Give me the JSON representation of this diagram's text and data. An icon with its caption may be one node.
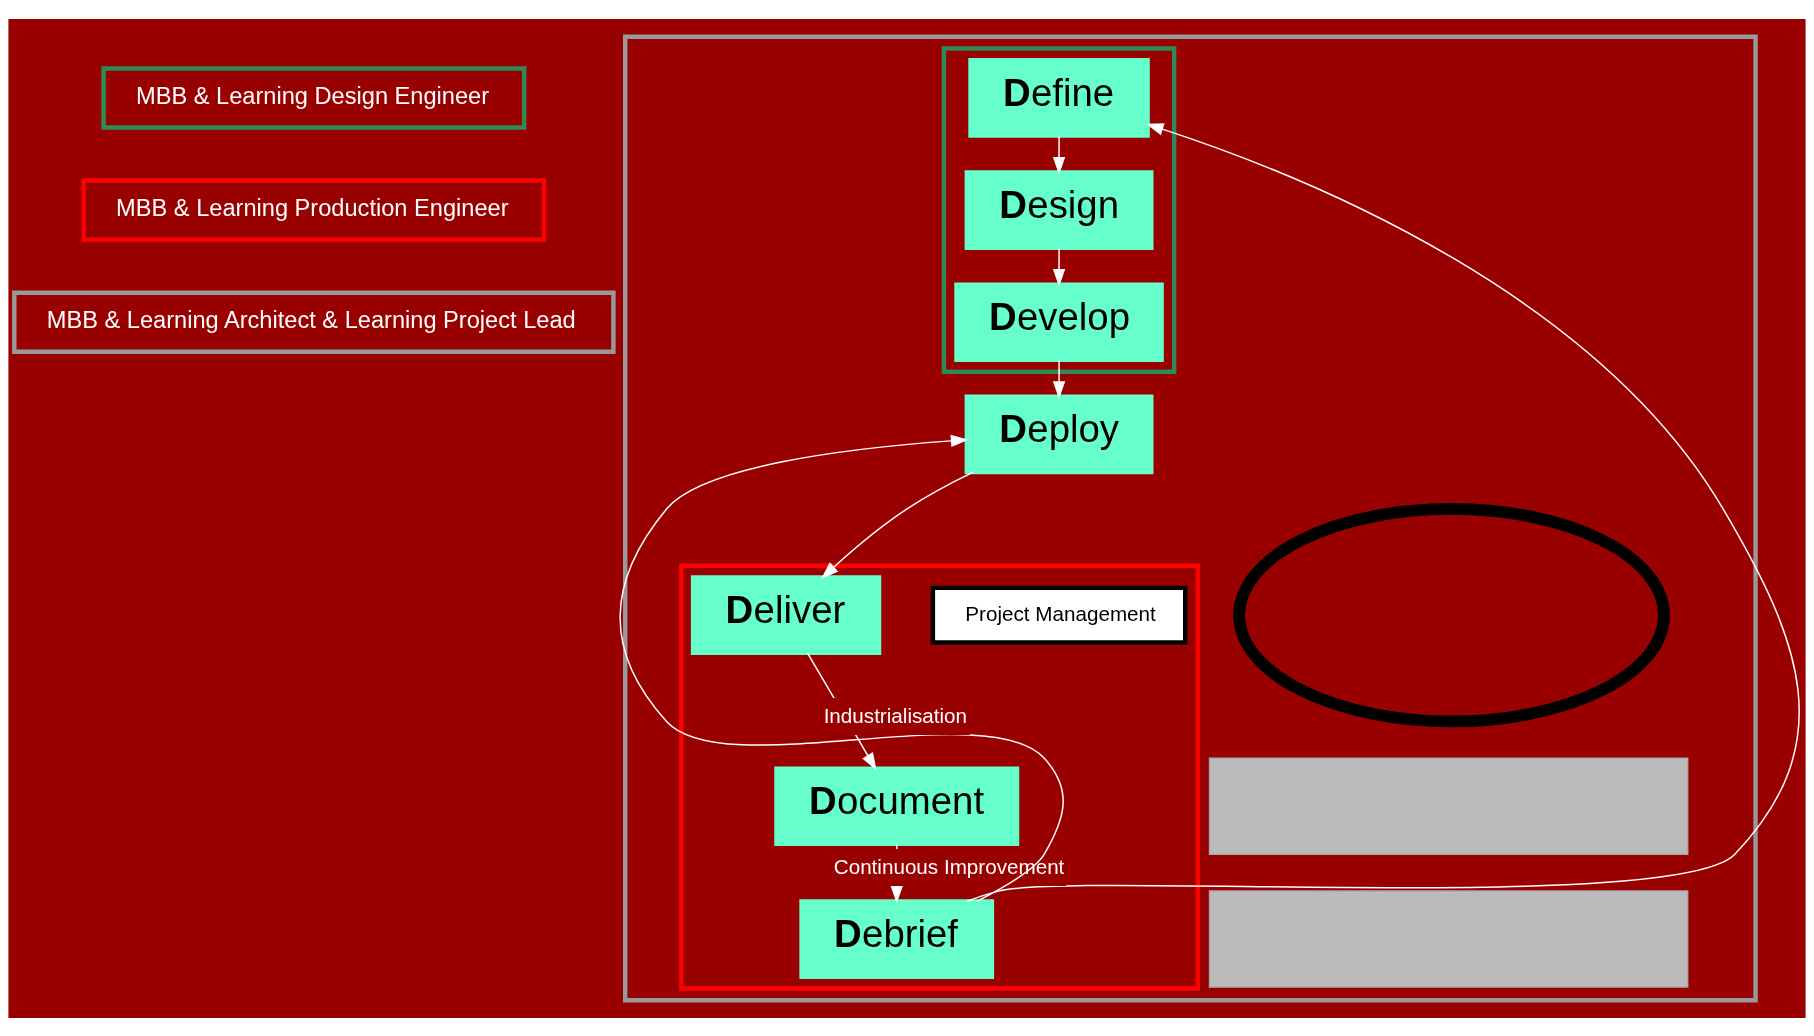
{
  "diagram": {
    "nodes": [
      {
        "text": [
          "MBB & Learning Design Engineer"
        ]
      },
      {
        "text": [
          "MBB & Learning Production Engineer"
        ]
      },
      {
        "text": [
          "MBB & Learning Architect & Learning Project Lead"
        ]
      },
      {
        "text": [],
        "shape": "box"
      },
      {
        "text": [],
        "shape": "box",
        "in": 3
      },
      {
        "text": [
          "**D**efine"
        ],
        "in": 4
      },
      {
        "text": [
          "**D**esign"
        ],
        "in": 4
      },
      {
        "text": [
          "**D**evelop"
        ],
        "in": 4
      },
      {
        "text": [],
        "shape": "box",
        "in": 3
      },
      {
        "text": [
          "**D**eploy"
        ],
        "in": 3
      },
      {
        "text": [
          "Project Management"
        ],
        "in": 8
      },
      {
        "text": [],
        "shape": "ellipse",
        "in": 3
      },
      {
        "text": [
          "**D**eliver"
        ],
        "in": 8
      },
      {
        "text": [],
        "shape": "bar",
        "in": 3
      },
      {
        "text": [
          "**D**ocument"
        ],
        "in": 8
      },
      {
        "text": [],
        "shape": "bar",
        "in": 3
      },
      {
        "text": [
          "**D**ebrief"
        ],
        "in": 8
      }
    ],
    "edges": [
      {
        "from": 5,
        "to": 6,
        "arrow": "to"
      },
      {
        "from": 6,
        "to": 7,
        "arrow": "to"
      },
      {
        "from": 7,
        "to": 9,
        "arrow": "to"
      },
      {
        "from": 9,
        "to": 12,
        "arrow": "to"
      },
      {
        "from": 12,
        "to": 14,
        "arrow": "to"
      },
      {
        "from": 14,
        "to": 16,
        "arrow": "to"
      },
      {
        "from": 16,
        "to": 5,
        "arrow": "to",
        "label": "Continuous Improvement"
      },
      {
        "from": 16,
        "to": 9,
        "arrow": "to",
        "label": "Industrialisation"
      }
    ]
  }
}
